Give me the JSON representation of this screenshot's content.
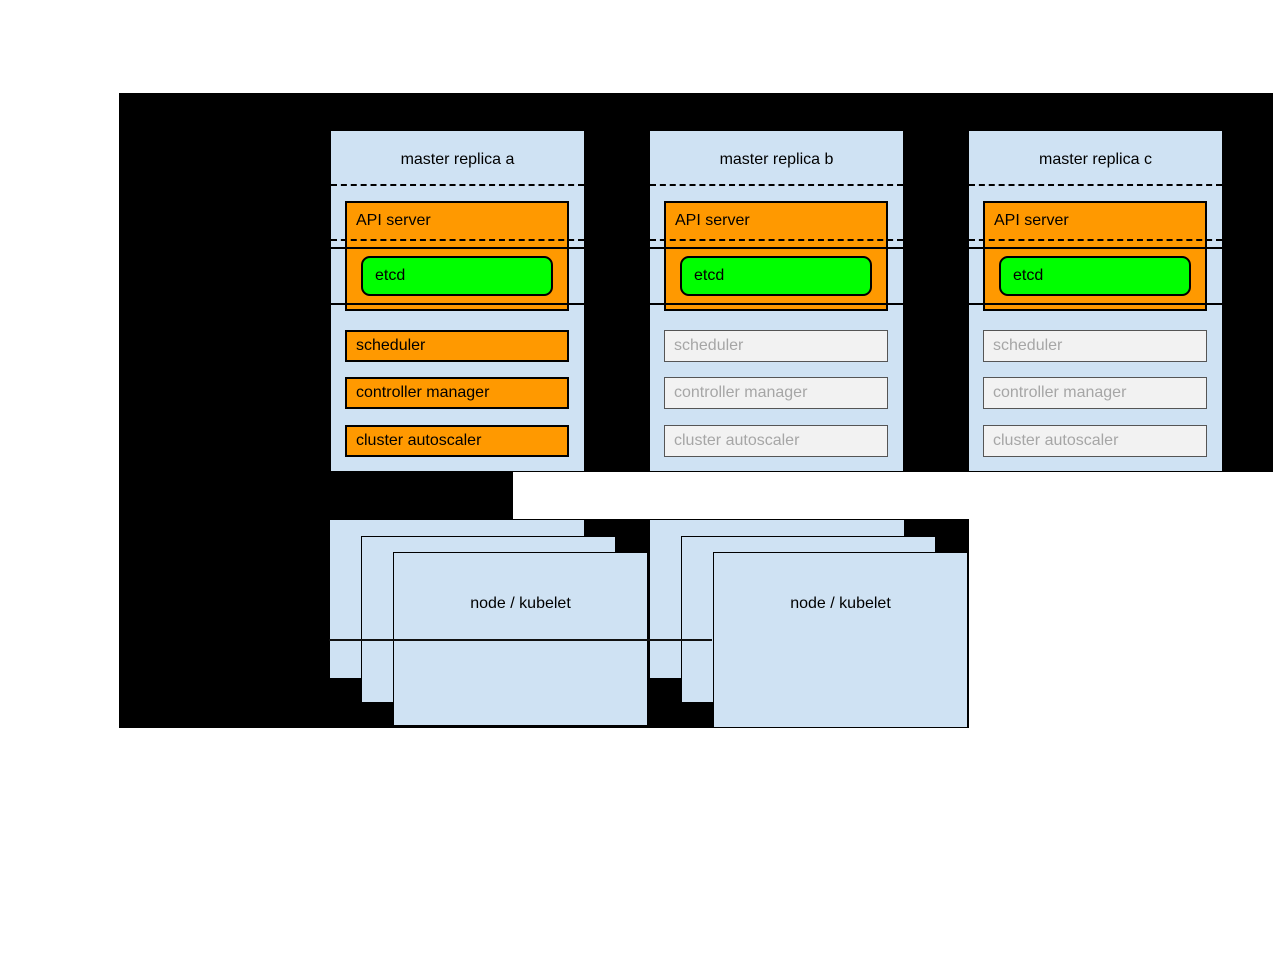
{
  "colors": {
    "page_background": "#ffffff",
    "canvas_black": "#000000",
    "box_blue": "#cfe2f3",
    "active_orange": "#ff9900",
    "etcd_green": "#00ff00",
    "inactive_fill": "#f2f2f2",
    "inactive_text": "#a6a6a6",
    "border_black": "#000000"
  },
  "replicas": [
    {
      "title": "master replica a",
      "api_server_label": "API server",
      "etcd_label": "etcd",
      "components_active": true,
      "components": [
        {
          "label": "scheduler"
        },
        {
          "label": "controller manager"
        },
        {
          "label": "cluster autoscaler"
        }
      ]
    },
    {
      "title": "master replica b",
      "api_server_label": "API server",
      "etcd_label": "etcd",
      "components_active": false,
      "components": [
        {
          "label": "scheduler"
        },
        {
          "label": "controller manager"
        },
        {
          "label": "cluster autoscaler"
        }
      ]
    },
    {
      "title": "master replica c",
      "api_server_label": "API server",
      "etcd_label": "etcd",
      "components_active": false,
      "components": [
        {
          "label": "scheduler"
        },
        {
          "label": "controller manager"
        },
        {
          "label": "cluster autoscaler"
        }
      ]
    }
  ],
  "node_stacks": [
    {
      "label": "node / kubelet"
    },
    {
      "label": "node / kubelet"
    }
  ]
}
